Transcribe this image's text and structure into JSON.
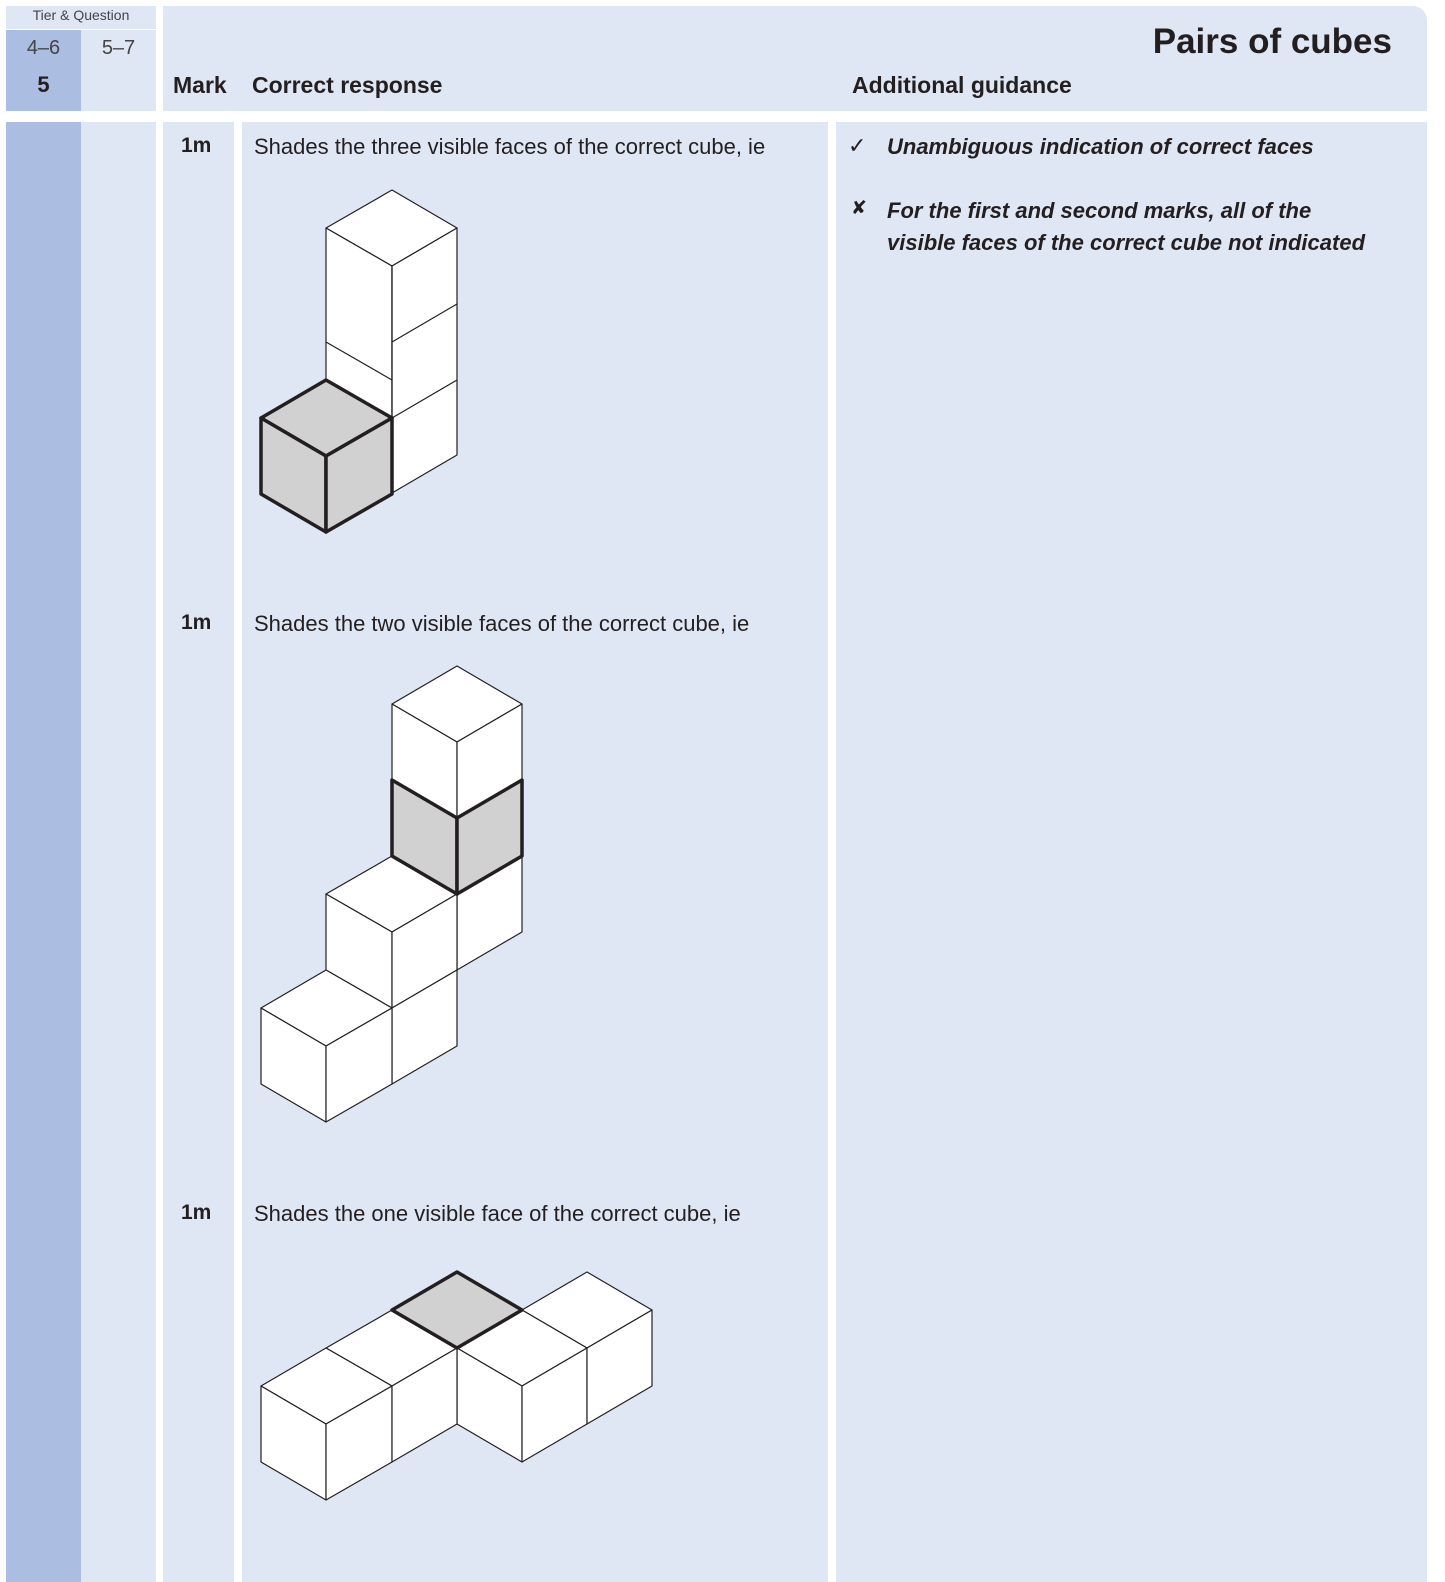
{
  "tier_question": {
    "label": "Tier & Question",
    "tiers": [
      "4–6",
      "5–7"
    ],
    "question_number": "5"
  },
  "header": {
    "title": "Pairs of cubes",
    "col_mark": "Mark",
    "col_response": "Correct response",
    "col_guidance": "Additional guidance"
  },
  "rows": [
    {
      "mark": "1m",
      "response": "Shades the three visible faces of the correct cube, ie"
    },
    {
      "mark": "1m",
      "response": "Shades the two visible faces of the correct cube, ie"
    },
    {
      "mark": "1m",
      "response": "Shades the one visible face of the correct cube, ie"
    }
  ],
  "guidance": {
    "accept_symbol": "✓",
    "accept_text": "Unambiguous indication of correct faces",
    "reject_symbol": "✘",
    "reject_text_line1": "For the first and second marks, all of the",
    "reject_text_line2": "visible faces of the correct cube not indicated"
  },
  "colors": {
    "panel": "#e0e7f4",
    "accent_column": "#abbde0",
    "shaded_face": "#d1d1d1"
  }
}
